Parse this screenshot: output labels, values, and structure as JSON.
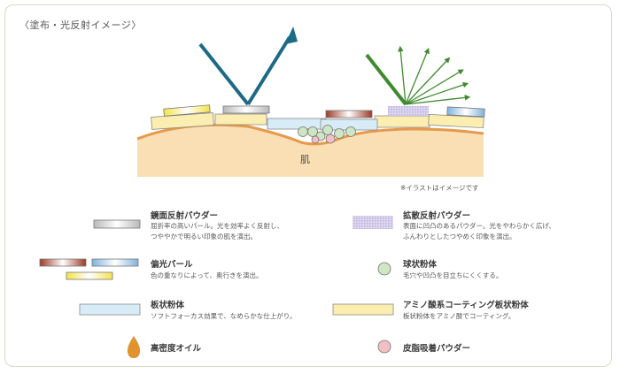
{
  "title": "〈塗布・光反射イメージ〉",
  "skin_label": "肌",
  "note": "※イラストはイメージです",
  "legend": [
    {
      "label": "鏡面反射パウダー",
      "desc1": "屈折率の高いパール。光を効率よく反射し、",
      "desc2": "つややかで明るい印象の肌を演出。"
    },
    {
      "label": "拡散反射パウダー",
      "desc1": "表面に凹凸のあるパウダー。光をやわらかく広げ、",
      "desc2": "ふんわりとしたつやめく印象を演出。"
    },
    {
      "label": "偏光パール",
      "desc1": "色の重なりによって、奥行きを演出。",
      "desc2": ""
    },
    {
      "label": "球状粉体",
      "desc1": "毛穴や凹凸を目立ちにくくする。",
      "desc2": ""
    },
    {
      "label": "板状粉体",
      "desc1": "ソフトフォーカス効果で、なめらかな仕上がり。",
      "desc2": ""
    },
    {
      "label": "アミノ酸系コーティング板状粉体",
      "desc1": "板状粉体をアミノ酸でコーティング。",
      "desc2": ""
    },
    {
      "label": "高密度オイル",
      "desc1": "",
      "desc2": ""
    },
    {
      "label": "皮脂吸着パウダー",
      "desc1": "",
      "desc2": ""
    }
  ],
  "colors": {
    "skin": "#fbdfb4",
    "skin_edge": "#e59a4c",
    "specular_arrow": "#1c6a86",
    "diffuse_arrow": "#3f8a2e",
    "oil": "#e0922c",
    "sphere": "#cfe6c4",
    "sebum": "#f2c0c4",
    "plate": "#d8ecf7",
    "coated_plate": "#fbeeb0",
    "frame": "#d9d9c7"
  }
}
